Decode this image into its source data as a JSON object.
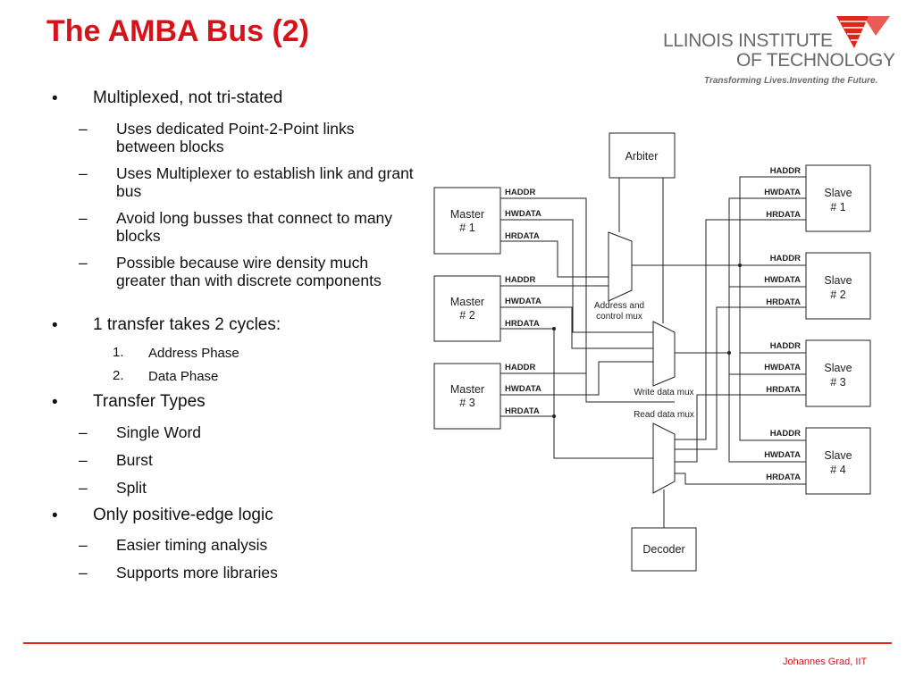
{
  "slide": {
    "title": "The AMBA Bus (2)",
    "footer": "Johannes Grad, IIT"
  },
  "logo": {
    "line1": "LLINOIS INSTITUTE",
    "line2": "OF TECHNOLOGY",
    "tagline": "Transforming Lives.Inventing the Future.",
    "color": "#e0251b"
  },
  "bullets": [
    {
      "marker": "•",
      "text": "Multiplexed, not tri-stated"
    },
    {
      "marker": "–",
      "text": "Uses dedicated Point-2-Point links between blocks"
    },
    {
      "marker": "–",
      "text": "Uses Multiplexer to establish link and grant bus"
    },
    {
      "marker": "–",
      "text": "Avoid long busses that connect to many blocks"
    },
    {
      "marker": "–",
      "text": "Possible because wire density much greater than with discrete components"
    },
    {
      "marker": "•",
      "text": "1 transfer takes 2 cycles:"
    },
    {
      "marker": "1.",
      "text": "Address Phase"
    },
    {
      "marker": "2.",
      "text": "Data Phase"
    },
    {
      "marker": "•",
      "text": "Transfer Types"
    },
    {
      "marker": "–",
      "text": "Single Word"
    },
    {
      "marker": "–",
      "text": "Burst"
    },
    {
      "marker": "–",
      "text": "Split"
    },
    {
      "marker": "•",
      "text": "Only positive-edge logic"
    },
    {
      "marker": "–",
      "text": "Easier timing analysis"
    },
    {
      "marker": "–",
      "text": "Supports more libraries"
    }
  ],
  "diagram": {
    "arbiter": "Arbiter",
    "decoder": "Decoder",
    "masters": [
      {
        "line1": "Master",
        "line2": "# 1"
      },
      {
        "line1": "Master",
        "line2": "# 2"
      },
      {
        "line1": "Master",
        "line2": "# 3"
      }
    ],
    "slaves": [
      {
        "line1": "Slave",
        "line2": "# 1"
      },
      {
        "line1": "Slave",
        "line2": "# 2"
      },
      {
        "line1": "Slave",
        "line2": "# 3"
      },
      {
        "line1": "Slave",
        "line2": "# 4"
      }
    ],
    "signals": {
      "haddr": "HADDR",
      "hwdata": "HWDATA",
      "hrdata": "HRDATA"
    },
    "mux_labels": {
      "address_line1": "Address and",
      "address_line2": "control mux",
      "write": "Write data mux",
      "read": "Read data mux"
    }
  }
}
